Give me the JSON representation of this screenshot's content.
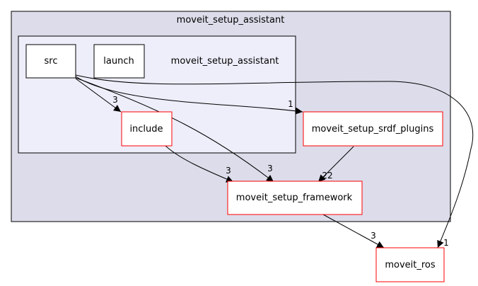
{
  "colors": {
    "outer_cluster_fill": "#dcdcea",
    "inner_cluster_fill": "#eeeefb",
    "cluster_border": "#000000",
    "node_fill": "#ffffff",
    "external_node_border": "#ff0000",
    "edge_color": "#000000"
  },
  "clusters": {
    "outer": {
      "label": "moveit_setup_assistant"
    },
    "inner": {
      "label": "moveit_setup_assistant"
    }
  },
  "nodes": {
    "src": {
      "label": "src"
    },
    "launch": {
      "label": "launch"
    },
    "include": {
      "label": "include"
    },
    "moveit_setup_srdf_plugins": {
      "label": "moveit_setup_srdf_plugins"
    },
    "moveit_setup_framework": {
      "label": "moveit_setup_framework"
    },
    "moveit_ros": {
      "label": "moveit_ros"
    }
  },
  "edges": [
    {
      "from": "src",
      "to": "include",
      "label": "3"
    },
    {
      "from": "src",
      "to": "moveit_setup_framework",
      "label": "3"
    },
    {
      "from": "src",
      "to": "moveit_setup_srdf_plugins",
      "label": "1"
    },
    {
      "from": "src",
      "to": "moveit_ros",
      "label": "1"
    },
    {
      "from": "include",
      "to": "moveit_setup_framework",
      "label": "3"
    },
    {
      "from": "moveit_setup_srdf_plugins",
      "to": "moveit_setup_framework",
      "label": "22"
    },
    {
      "from": "moveit_setup_framework",
      "to": "moveit_ros",
      "label": "3"
    }
  ]
}
